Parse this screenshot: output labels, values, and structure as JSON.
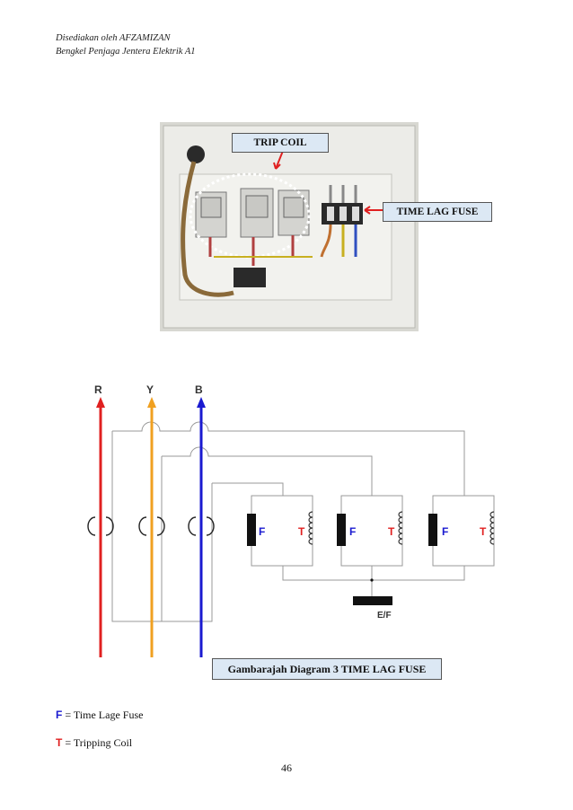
{
  "header": {
    "line1": "Disediakan oleh AFZAMIZAN",
    "line2": "Bengkel Penjaga Jentera Elektrik A1"
  },
  "photo": {
    "trip_coil_label": "TRIP COIL",
    "time_lag_fuse_label": "TIME LAG FUSE"
  },
  "diagram": {
    "phase_labels": [
      "R",
      "Y",
      "B"
    ],
    "phase_colors": [
      "#e02020",
      "#f0a020",
      "#1a1ad0"
    ],
    "fuse_letter": "F",
    "coil_letter": "T",
    "earth_label": "E/F",
    "fuse_color": "#1a1ad0",
    "coil_color": "#e02020"
  },
  "caption": "Gambarajah Diagram 3 TIME LAG FUSE",
  "legend": {
    "f_key": "F",
    "f_text": " = Time Lage Fuse",
    "t_key": "T",
    "t_text": " = Tripping Coil"
  },
  "page_number": "46"
}
